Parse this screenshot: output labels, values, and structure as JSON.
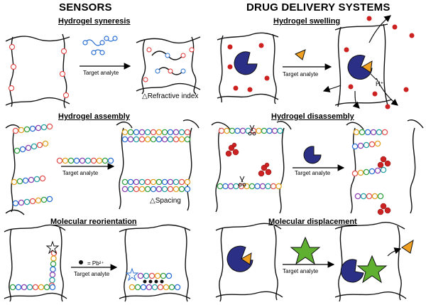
{
  "columns": {
    "sensors": "SENSORS",
    "drug_delivery": "DRUG DELIVERY SYSTEMS"
  },
  "panels": {
    "hydrogel_syneresis": {
      "title": "Hydrogel syneresis",
      "arrow_label": "Target analyte",
      "output_label": "Refractive index"
    },
    "hydrogel_swelling": {
      "title": "Hydrogel swelling",
      "arrow_label": "Target analyte",
      "proton_label": "H⁺"
    },
    "hydrogel_assembly": {
      "title": "Hydrogel assembly",
      "arrow_label": "Target analyte",
      "output_label": "Spacing"
    },
    "hydrogel_disassembly": {
      "title": "Hydrogel disassembly",
      "arrow_label": "Target analyte"
    },
    "molecular_reorientation": {
      "title": "Molecular reorientation",
      "arrow_label": "Target analyte",
      "legend_label": "= Pb²⁺"
    },
    "molecular_displacement": {
      "title": "Molecular displacement",
      "arrow_label": "Target analyte"
    }
  },
  "colors": {
    "strand_node_palette": [
      "#e05050",
      "#e0a020",
      "#30a040",
      "#2a6fd0",
      "#8a3fb0",
      "#20a0a0"
    ],
    "enzyme": "#2b2f86",
    "ligand": "#f0a020",
    "star": "#5fb030",
    "network_bead": "#d03030",
    "drug_particle": "#cc2222"
  }
}
